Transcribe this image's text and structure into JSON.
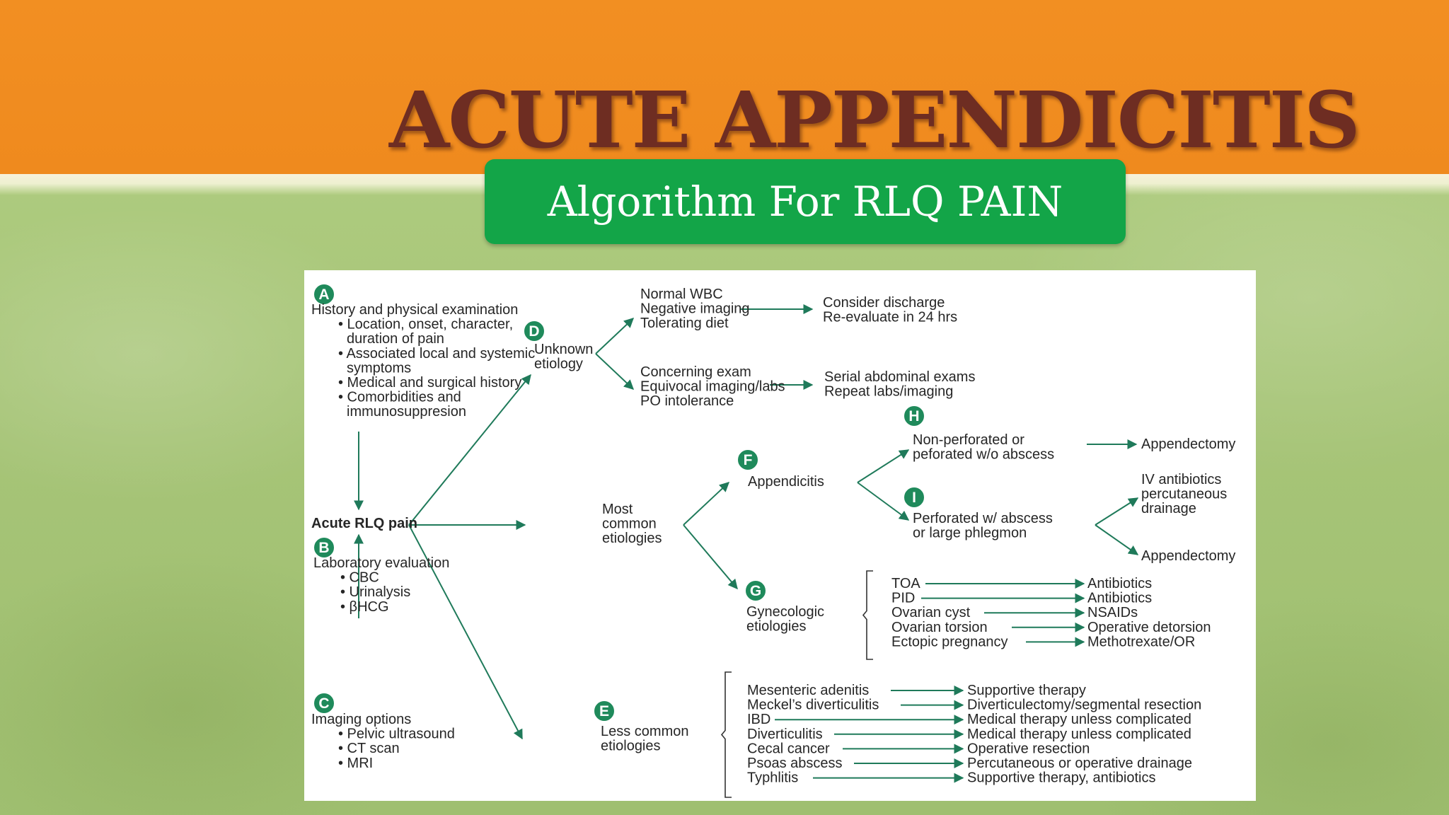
{
  "slide": {
    "title": "ACUTE APPENDICITIS",
    "subtitle": "Algorithm For RLQ PAIN"
  },
  "colors": {
    "orange_band": "#f28f22",
    "title_text": "#6e2d22",
    "subtitle_box": "#13a548",
    "background_green": "#a9c77a",
    "badge_green": "#1f8a5b",
    "arrow_color": "#1f7a5a"
  },
  "diagram": {
    "A": {
      "badge": "A",
      "lines": [
        "History and physical examination",
        "• Location, onset, character,",
        "duration of pain",
        "• Associated local and systemic",
        "symptoms",
        "• Medical and surgical history",
        "• Comorbidities and",
        "immunosuppresion"
      ]
    },
    "B": {
      "badge": "B",
      "lines": [
        "Laboratory evaluation",
        "• CBC",
        "• Urinalysis",
        "• βHCG"
      ]
    },
    "C": {
      "badge": "C",
      "lines": [
        "Imaging options",
        "• Pelvic ultrasound",
        "• CT scan",
        "• MRI"
      ]
    },
    "center": "Acute RLQ pain",
    "D": {
      "badge": "D",
      "lines": [
        "Unknown",
        "etiology"
      ]
    },
    "most_common": [
      "Most",
      "common",
      "etiologies"
    ],
    "E": {
      "badge": "E",
      "lines": [
        "Less common",
        "etiologies"
      ]
    },
    "unknown_branches": [
      {
        "lines": [
          "Normal WBC",
          "Negative imaging",
          "Tolerating diet"
        ],
        "result": [
          "Consider discharge",
          "Re-evaluate in 24 hrs"
        ]
      },
      {
        "lines": [
          "Concerning exam",
          "Equivocal imaging/labs",
          "PO intolerance"
        ],
        "result": [
          "Serial abdominal exams",
          "Repeat labs/imaging"
        ]
      }
    ],
    "F": {
      "badge": "F",
      "label": "Appendicitis"
    },
    "H": {
      "badge": "H",
      "lines": [
        "Non-perforated or",
        "peforated w/o abscess"
      ],
      "result": "Appendectomy"
    },
    "I": {
      "badge": "I",
      "lines": [
        "Perforated w/ abscess",
        "or large phlegmon"
      ],
      "result_1": [
        "IV antibiotics",
        "percutaneous",
        "drainage"
      ],
      "result_2": "Appendectomy"
    },
    "G": {
      "badge": "G",
      "lines": [
        "Gynecologic",
        "etiologies"
      ],
      "items": [
        {
          "cause": "TOA",
          "treatment": "Antibiotics"
        },
        {
          "cause": "PID",
          "treatment": "Antibiotics"
        },
        {
          "cause": "Ovarian cyst",
          "treatment": "NSAIDs"
        },
        {
          "cause": "Ovarian torsion",
          "treatment": "Operative detorsion"
        },
        {
          "cause": "Ectopic pregnancy",
          "treatment": "Methotrexate/OR"
        }
      ]
    },
    "less_common_items": [
      {
        "cause": "Mesenteric adenitis",
        "treatment": "Supportive therapy"
      },
      {
        "cause": "Meckel’s diverticulitis",
        "treatment": "Diverticulectomy/segmental resection"
      },
      {
        "cause": "IBD",
        "treatment": "Medical therapy unless complicated"
      },
      {
        "cause": "Diverticulitis",
        "treatment": "Medical therapy unless complicated"
      },
      {
        "cause": "Cecal cancer",
        "treatment": "Operative resection"
      },
      {
        "cause": "Psoas abscess",
        "treatment": "Percutaneous or operative drainage"
      },
      {
        "cause": "Typhlitis",
        "treatment": "Supportive therapy, antibiotics"
      }
    ]
  }
}
